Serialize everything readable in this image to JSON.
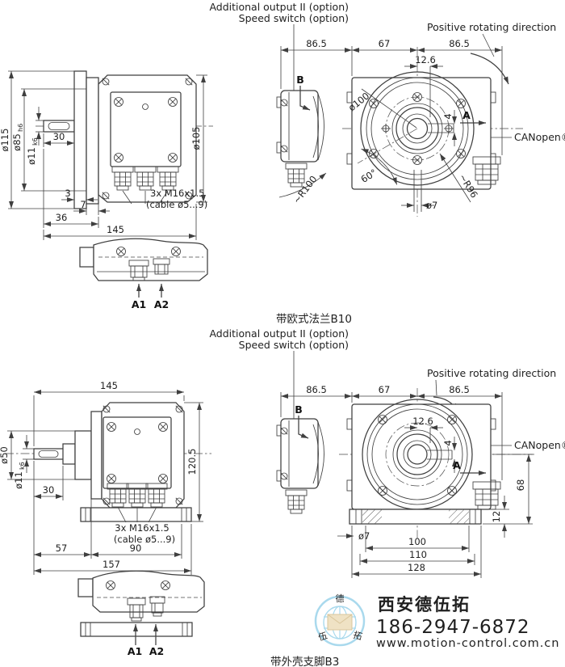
{
  "captions": {
    "top": "带欧式法兰B10",
    "bottom": "带外壳支脚B3"
  },
  "annotations": {
    "additional_output": "Additional output II (option)",
    "speed_switch": "Speed switch (option)",
    "positive_rotating": "Positive rotating direction",
    "canopen": "CANopen®"
  },
  "view_labels": {
    "a": "A",
    "b": "B",
    "a1": "A1",
    "a2": "A2"
  },
  "top_view": {
    "dims": {
      "d115": "ø115",
      "d85": "ø85",
      "d85_tol": "h6",
      "d11": "ø11",
      "d11_tol": "k6",
      "len30": "30",
      "len3": "3",
      "len7": "7",
      "len36": "36",
      "len145": "145",
      "d105": "ø105",
      "gland_line1": "3x M16x1.5",
      "gland_line2": "(cable ø5...9)",
      "w_left": "86.5",
      "w_mid": "67",
      "w_right": "86.5",
      "off126": "12.6",
      "d100": "ø100",
      "key4": "4",
      "ang60": "60°",
      "r100": "~R100",
      "r96": "~R96",
      "d7": "ø7"
    }
  },
  "bottom_view": {
    "dims": {
      "len145": "145",
      "d50": "ø50",
      "d11": "ø11",
      "d11_tol": "k6",
      "len30": "30",
      "h1205": "120.5",
      "len57": "57",
      "len90": "90",
      "len157": "157",
      "gland_line1": "3x M16x1.5",
      "gland_line2": "(cable ø5...9)",
      "w_left": "86.5",
      "w_mid": "67",
      "w_right": "86.5",
      "off126": "12.6",
      "key4": "4",
      "d7": "ø7",
      "len100": "100",
      "len110": "110",
      "len128": "128",
      "h68": "68",
      "h12": "12"
    }
  },
  "watermark": {
    "company": "西安德伍拓",
    "phone": "186-2947-6872",
    "website": "www.motion-control.com.cn",
    "logo": {
      "char_top": "德",
      "char_left": "伍",
      "char_right": "拓"
    },
    "colors": {
      "company_green": "#69a869",
      "phone_blue": "#a7d6e9",
      "web_gray": "#b3b3b3",
      "logo_blue": "#a9d9ed",
      "envelope": "#efe2c4"
    }
  },
  "drawing": {
    "line_color": "#3f3f3f",
    "text_color": "#1f1f1f"
  }
}
